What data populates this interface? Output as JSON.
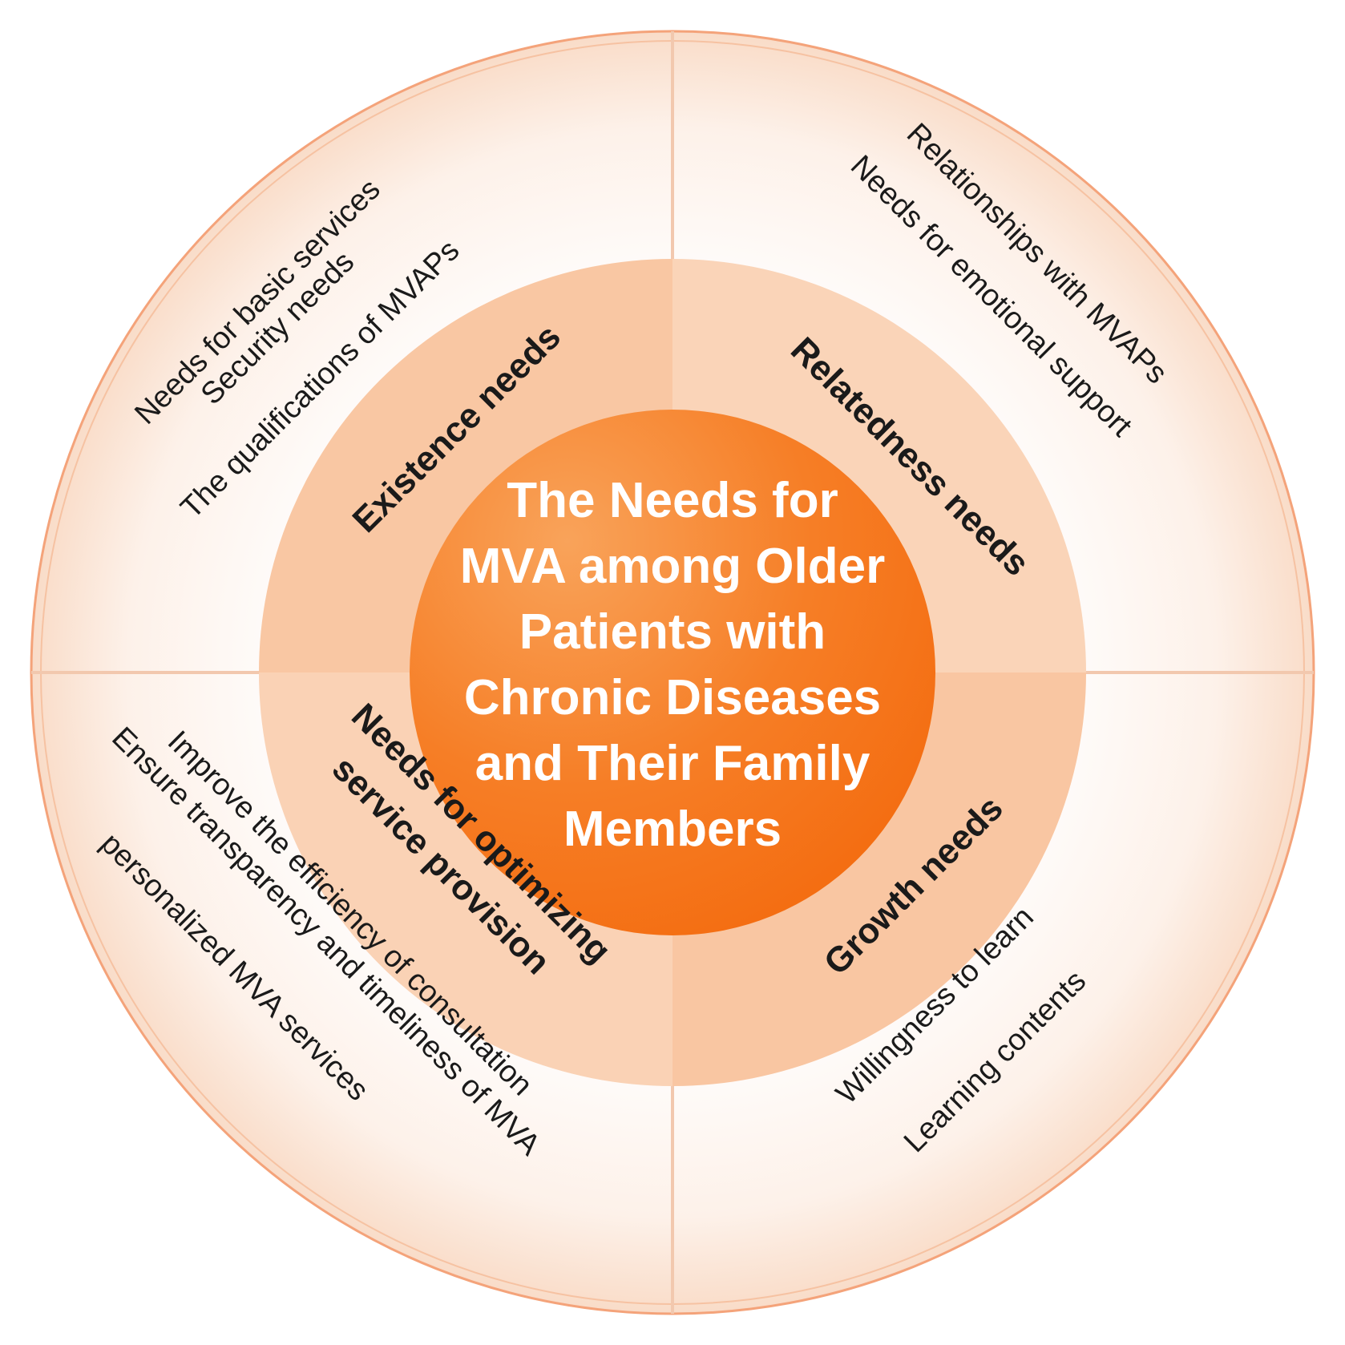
{
  "center": {
    "lines": [
      "The Needs for",
      "MVA among Older",
      "Patients with",
      "Chronic Diseases",
      "and Their Family",
      "Members"
    ]
  },
  "quadrants": {
    "existence": {
      "title": "Existence needs",
      "items": [
        "Needs for basic services",
        "Security needs",
        "The qualifications of MVAPs"
      ]
    },
    "relatedness": {
      "title": "Relatedness needs",
      "items": [
        "Relationships with MVAPs",
        "Needs for emotional support"
      ]
    },
    "growth": {
      "title": "Growth needs",
      "items": [
        "Willingness to learn",
        "Learning contents"
      ]
    },
    "service": {
      "title_lines": [
        "Needs for optimizing",
        "service provision"
      ],
      "items": [
        "Improve the efficiency of consultation",
        "Ensure transparency and timeliness of MVA",
        "personalized MVA services"
      ]
    }
  },
  "colors": {
    "outer_ring": "#fbe8dc",
    "outer_edge": "#f4a37a",
    "divider": "#f2c8ae",
    "middle_ring": "#f8c9a8",
    "center_light": "#f9a35a",
    "center_dark": "#f46c10"
  }
}
